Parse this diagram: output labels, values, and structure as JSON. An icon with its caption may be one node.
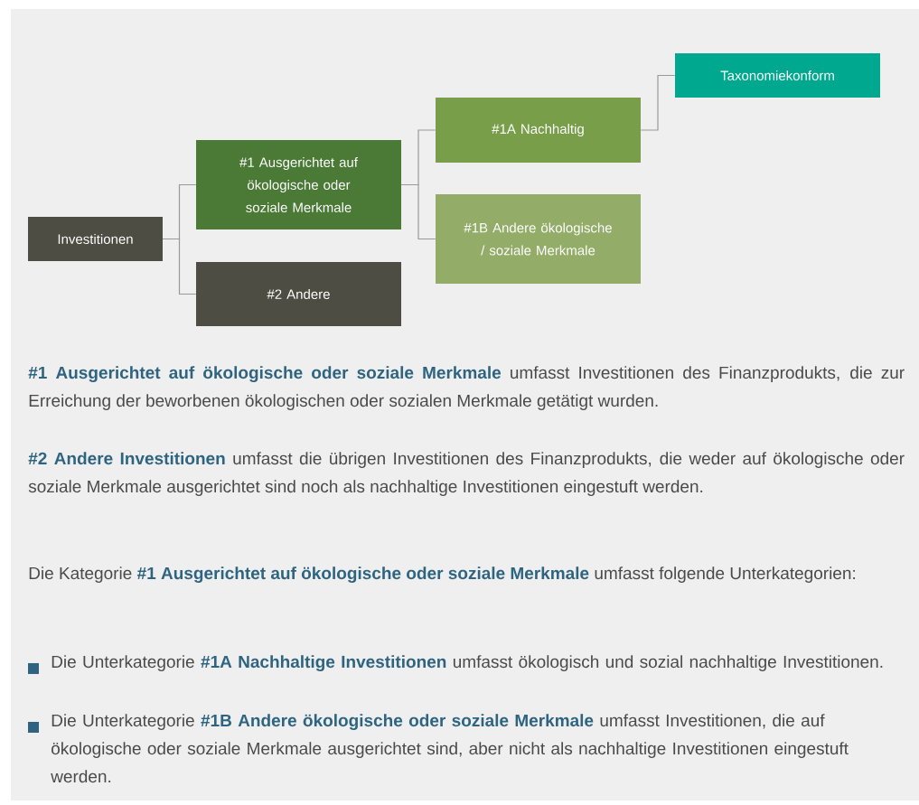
{
  "diagram": {
    "nodes": [
      {
        "text": [
          "Investitionen"
        ]
      },
      {
        "text": [
          "#1 Ausgerichtet auf ökologische oder soziale Merkmale"
        ]
      },
      {
        "text": [
          "#2 Andere"
        ]
      },
      {
        "text": [
          "#1A Nachhaltig"
        ]
      },
      {
        "text": [
          "#1B Andere ökologische / soziale Merkmale"
        ]
      },
      {
        "text": [
          "Taxonomiekonform"
        ]
      }
    ],
    "edges": [
      {
        "from": 0,
        "to": 1,
        "arrow": "none"
      },
      {
        "from": 0,
        "to": 2,
        "arrow": "none"
      },
      {
        "from": 1,
        "to": 3,
        "arrow": "none"
      },
      {
        "from": 1,
        "to": 4,
        "arrow": "none"
      },
      {
        "from": 3,
        "to": 5,
        "arrow": "none"
      }
    ],
    "labels": [
      "**#1 Ausgerichtet auf ökologische oder soziale Merkmale** umfasst Investitionen des Finanzprodukts, die zur Erreichung der beworbenen ökologischen oder sozialen Merkmale getätigt wurden.",
      "**#2 Andere Investitionen** umfasst die übrigen Investitionen des Finanzprodukts, die weder auf ökologische oder soziale Merkmale ausgerichtet sind noch als nachhaltige Investitionen eingestuft werden.",
      "Die Kategorie **#1 Ausgerichtet auf ökologische oder soziale Merkmale** umfasst folgende Unterkategorien:",
      "Die Unterkategorie **#1A Nachhaltige Investitionen** umfasst ökologisch und sozial nachhaltige Investitionen.",
      "Die Unterkategorie **#1B Andere ökologische oder soziale Merkmale** umfasst Investitionen, die auf ökologische oder soziale Merkmale ausgerichtet sind, aber nicht als nachhaltige Investitionen eingestuft werden."
    ]
  }
}
